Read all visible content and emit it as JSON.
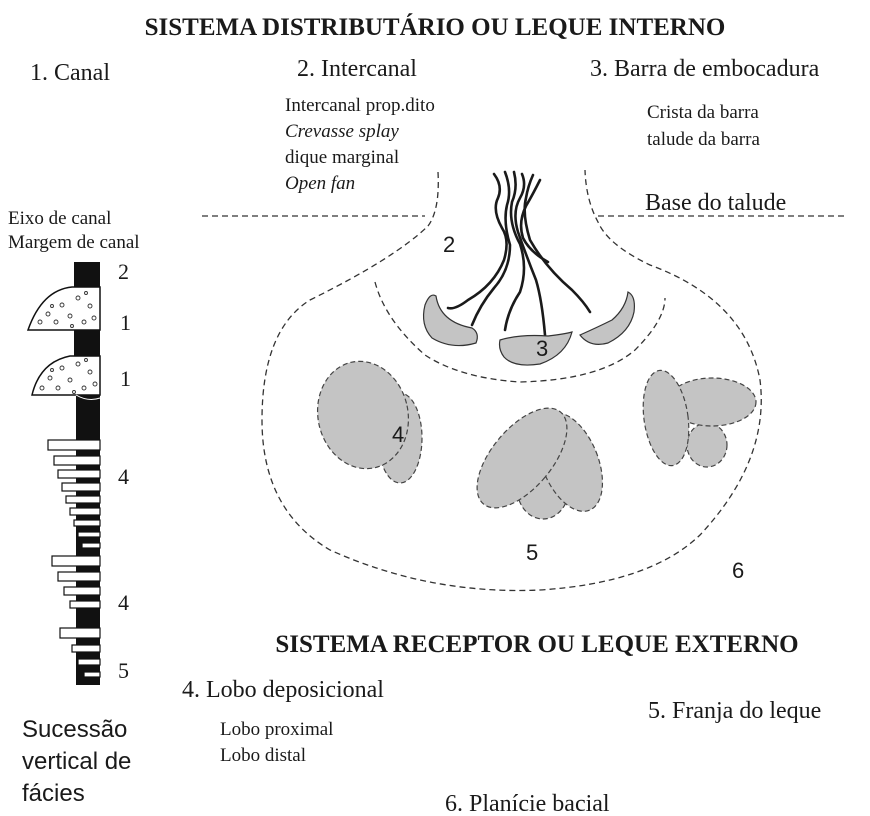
{
  "title_top": "SISTEMA DISTRIBUTÁRIO OU LEQUE INTERNO",
  "title_bottom": "SISTEMA RECEPTOR OU LEQUE EXTERNO",
  "canal": {
    "heading": "1. Canal",
    "items": [
      "Eixo de canal",
      "Margem de canal"
    ]
  },
  "intercanal": {
    "heading": "2. Intercanal",
    "items": [
      {
        "text": "Intercanal prop.dito",
        "italic": false
      },
      {
        "text": "Crevasse splay",
        "italic": true
      },
      {
        "text": "dique marginal",
        "italic": false
      },
      {
        "text": "Open fan",
        "italic": true
      }
    ]
  },
  "barra": {
    "heading": "3. Barra de embocadura",
    "items": [
      "Crista da barra",
      "talude da barra"
    ],
    "base": "Base do talude"
  },
  "lobo": {
    "heading": "4. Lobo deposicional",
    "items": [
      "Lobo proximal",
      "Lobo distal"
    ]
  },
  "franja": "5. Franja do leque",
  "planicie": "6. Planície bacial",
  "succession_caption": [
    "Sucessão",
    "vertical de",
    "fácies"
  ],
  "column_labels": [
    "2",
    "1",
    "1",
    "4",
    "4",
    "5"
  ],
  "map_labels": {
    "intercanal": "2",
    "barra": "3",
    "lobo": "4",
    "franja": "5",
    "planicie": "6"
  }
}
